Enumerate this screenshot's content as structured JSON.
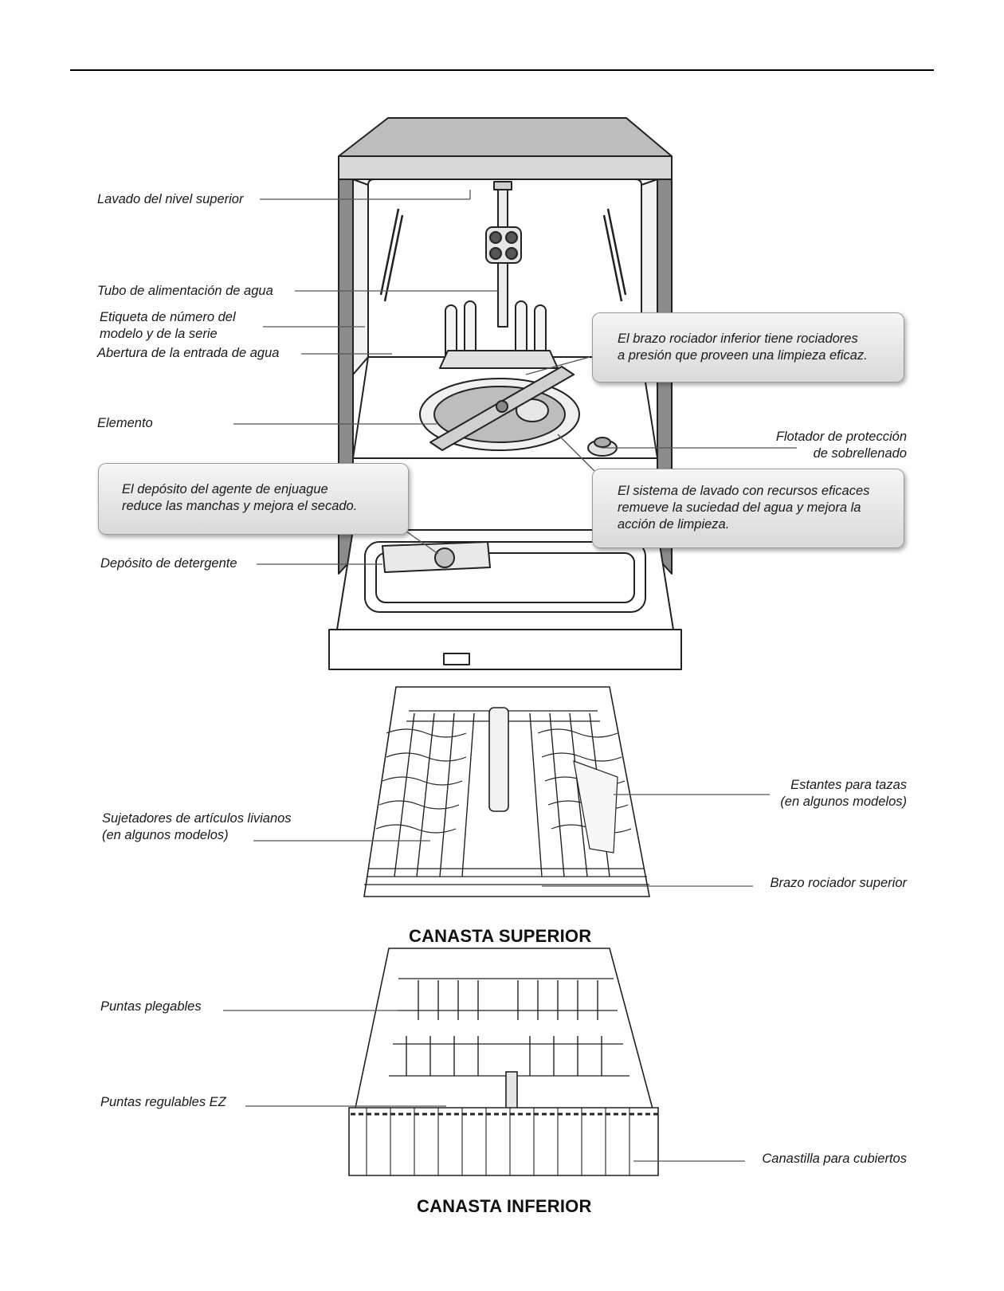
{
  "labels": {
    "upper_level_wash": "Lavado del nivel superior",
    "water_feed_tube": "Tubo de alimentación de agua",
    "model_serial_label_line1": "Etiqueta de número del",
    "model_serial_label_line2": "modelo y de la serie",
    "water_inlet_opening": "Abertura de la entrada de agua",
    "heating_element": "Elemento",
    "detergent_dispenser": "Depósito de detergente",
    "overfill_float_line1": "Flotador de protección",
    "overfill_float_line2": "de sobrellenado",
    "cup_shelves_line1": "Estantes para tazas",
    "cup_shelves_line2": "(en algunos modelos)",
    "light_item_holders_line1": "Sujetadores de artículos livianos",
    "light_item_holders_line2": "(en algunos modelos)",
    "upper_spray_arm": "Brazo rociador superior",
    "fold_down_tines": "Puntas plegables",
    "ez_adjust_tines": "Puntas regulables EZ",
    "silverware_basket": "Canastilla para cubiertos"
  },
  "callouts": {
    "lower_spray_arm_line1": "El brazo rociador inferior tiene rociadores",
    "lower_spray_arm_line2": "a presión que proveen una limpieza eficaz.",
    "rinse_aid_line1": "El depósito del agente de enjuague",
    "rinse_aid_line2": "reduce las manchas y mejora el secado.",
    "wash_system_line1": "El sistema de lavado con recursos eficaces",
    "wash_system_line2": "remueve la suciedad del agua y mejora la",
    "wash_system_line3": "acción de limpieza."
  },
  "captions": {
    "upper_rack": "CANASTA SUPERIOR",
    "lower_rack": "CANASTA INFERIOR"
  }
}
